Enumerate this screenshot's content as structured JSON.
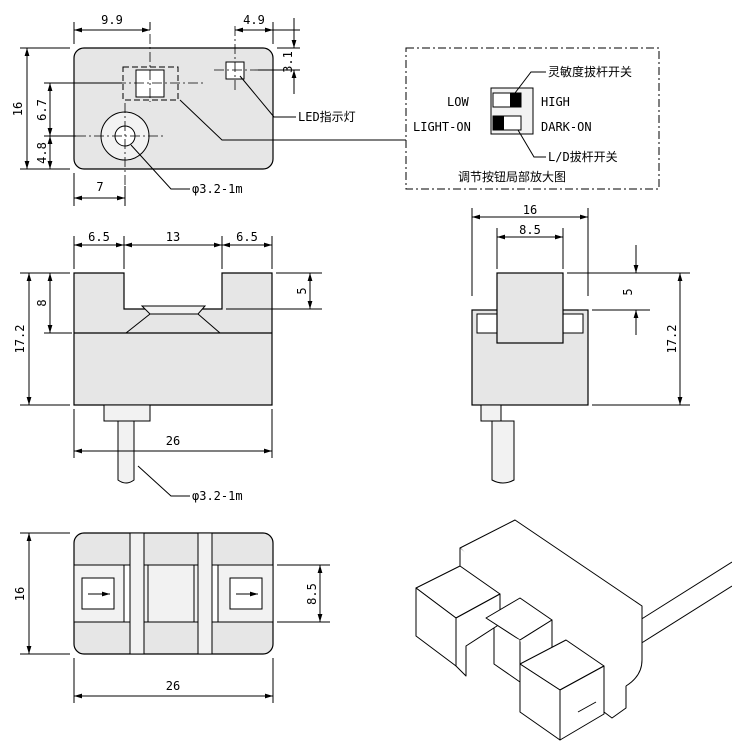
{
  "colors": {
    "line": "#000000",
    "body_fill": "#e6e6e6",
    "background": "#ffffff"
  },
  "top_view": {
    "dims": {
      "top_left": "9.9",
      "top_right": "4.9",
      "right_offset": "3.1",
      "height": "16",
      "mid": "6.7",
      "low": "4.8",
      "hole_x": "7"
    },
    "callouts": {
      "led": "LED指示灯",
      "cable": "φ3.2-1m"
    }
  },
  "detail": {
    "title": "调节按钮局部放大图",
    "labels": {
      "sensitivity": "灵敏度拔杆开关",
      "low": "LOW",
      "high": "HIGH",
      "light_on": "LIGHT-ON",
      "dark_on": "DARK-ON",
      "ld_switch": "L/D拔杆开关"
    }
  },
  "front_view": {
    "dims": {
      "left": "6.5",
      "middle": "13",
      "right": "6.5",
      "height": "17.2",
      "slot_depth": "8",
      "right_depth": "5",
      "width": "26"
    },
    "callouts": {
      "cable": "φ3.2-1m"
    }
  },
  "side_view": {
    "dims": {
      "width": "16",
      "inner": "8.5",
      "depth": "5",
      "height": "17.2"
    }
  },
  "bottom_view": {
    "dims": {
      "height": "16",
      "inner": "8.5",
      "width": "26"
    }
  },
  "iso_view": {
    "icon": "sensor-3d-icon"
  }
}
